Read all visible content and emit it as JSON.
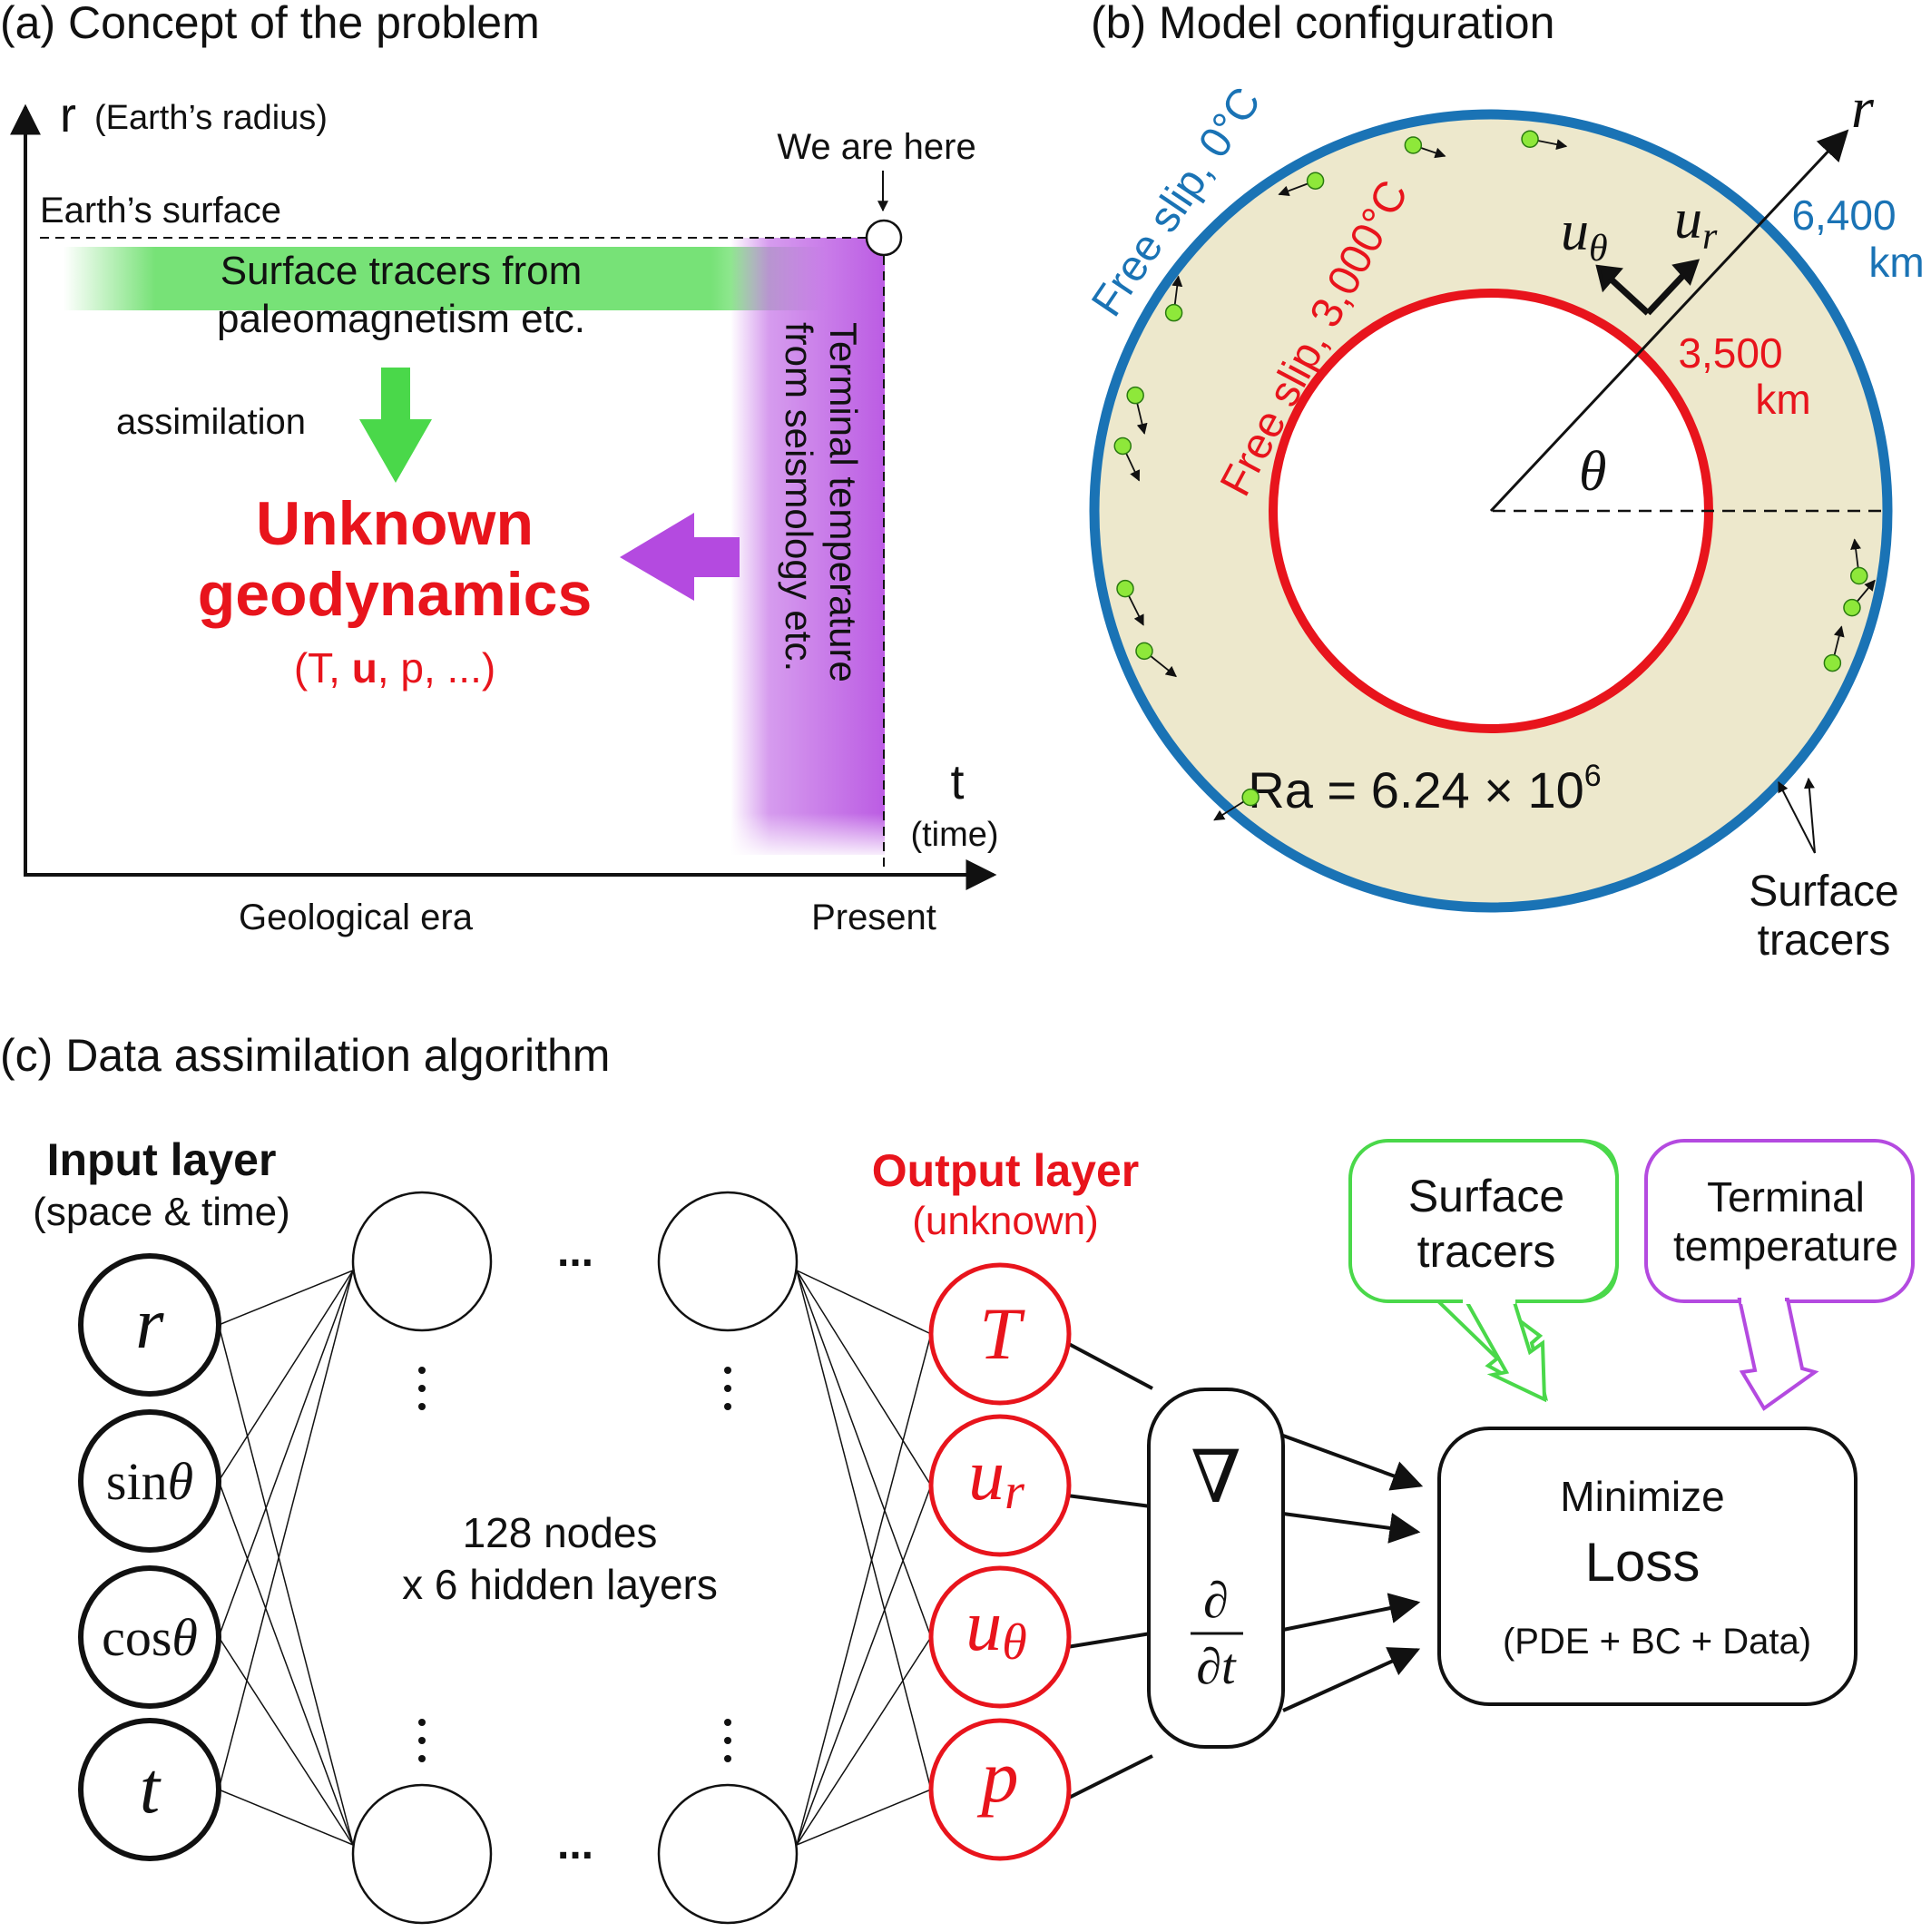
{
  "colors": {
    "red": "#e8141c",
    "blue": "#1a73b5",
    "green": "#4ad84a",
    "purple": "#b44ae0",
    "beige": "#ede8cc",
    "tracer": "#8ee83a",
    "black": "#111111"
  },
  "panel_a": {
    "title": "(a) Concept of the problem",
    "r_axis_symbol": "r",
    "r_axis_desc": "(Earth’s radius)",
    "t_axis_symbol": "t",
    "t_axis_desc": "(time)",
    "earth_surface": "Earth’s surface",
    "we_are_here": "We are here",
    "surface_tracers_line1": "Surface tracers from",
    "surface_tracers_line2": "paleomagnetism etc.",
    "assimilation": "assimilation",
    "unknown_line1": "Unknown",
    "unknown_line2": "geodynamics",
    "unknown_vars": {
      "open": "(T, ",
      "bold": "u",
      "close": ", p, ...)"
    },
    "terminal_line1": "Terminal temperature",
    "terminal_line2": "from seismology etc.",
    "x_left": "Geological era",
    "x_right": "Present"
  },
  "panel_b": {
    "title": "(b) Model configuration",
    "outer_bc": "Free slip, 0°C",
    "inner_bc": "Free slip, 3,000°C",
    "outer_radius_value": "6,400",
    "outer_radius_unit": "km",
    "inner_radius_value": "3,500",
    "inner_radius_unit": "km",
    "r_symbol": "r",
    "theta_symbol": "θ",
    "u_theta": {
      "base": "u",
      "sub": "θ"
    },
    "u_r": {
      "base": "u",
      "sub": "r"
    },
    "rayleigh": {
      "text": "Ra = 6.24 × 10",
      "exp": "6"
    },
    "tracers_label_line1": "Surface",
    "tracers_label_line2": "tracers",
    "tracer_angles_deg": [
      118,
      102,
      84,
      148,
      162,
      170,
      192,
      202,
      230,
      350,
      345,
      336
    ]
  },
  "panel_c": {
    "title": "(c) Data assimilation algorithm",
    "input_title": "Input layer",
    "input_sub": "(space & time)",
    "inputs": [
      {
        "base": "r",
        "prefix": "",
        "italic": true
      },
      {
        "base": "θ",
        "prefix": "sin",
        "italic": false
      },
      {
        "base": "θ",
        "prefix": "cos",
        "italic": false
      },
      {
        "base": "t",
        "prefix": "",
        "italic": true
      }
    ],
    "hidden_ellipsis_h": "...",
    "hidden_desc_line1": "128 nodes",
    "hidden_desc_line2": "x 6 hidden layers",
    "output_title": "Output layer",
    "output_sub": "(unknown)",
    "outputs": [
      {
        "base": "T",
        "sub": ""
      },
      {
        "base": "u",
        "sub": "r"
      },
      {
        "base": "u",
        "sub": "θ"
      },
      {
        "base": "p",
        "sub": ""
      }
    ],
    "nabla": "∇",
    "partial_num": "∂",
    "partial_den": "∂t",
    "callout_tracers_line1": "Surface",
    "callout_tracers_line2": "tracers",
    "callout_terminal_line1": "Terminal",
    "callout_terminal_line2": "temperature",
    "loss_line1": "Minimize",
    "loss_line2": "Loss",
    "loss_line3": "(PDE + BC + Data)"
  }
}
